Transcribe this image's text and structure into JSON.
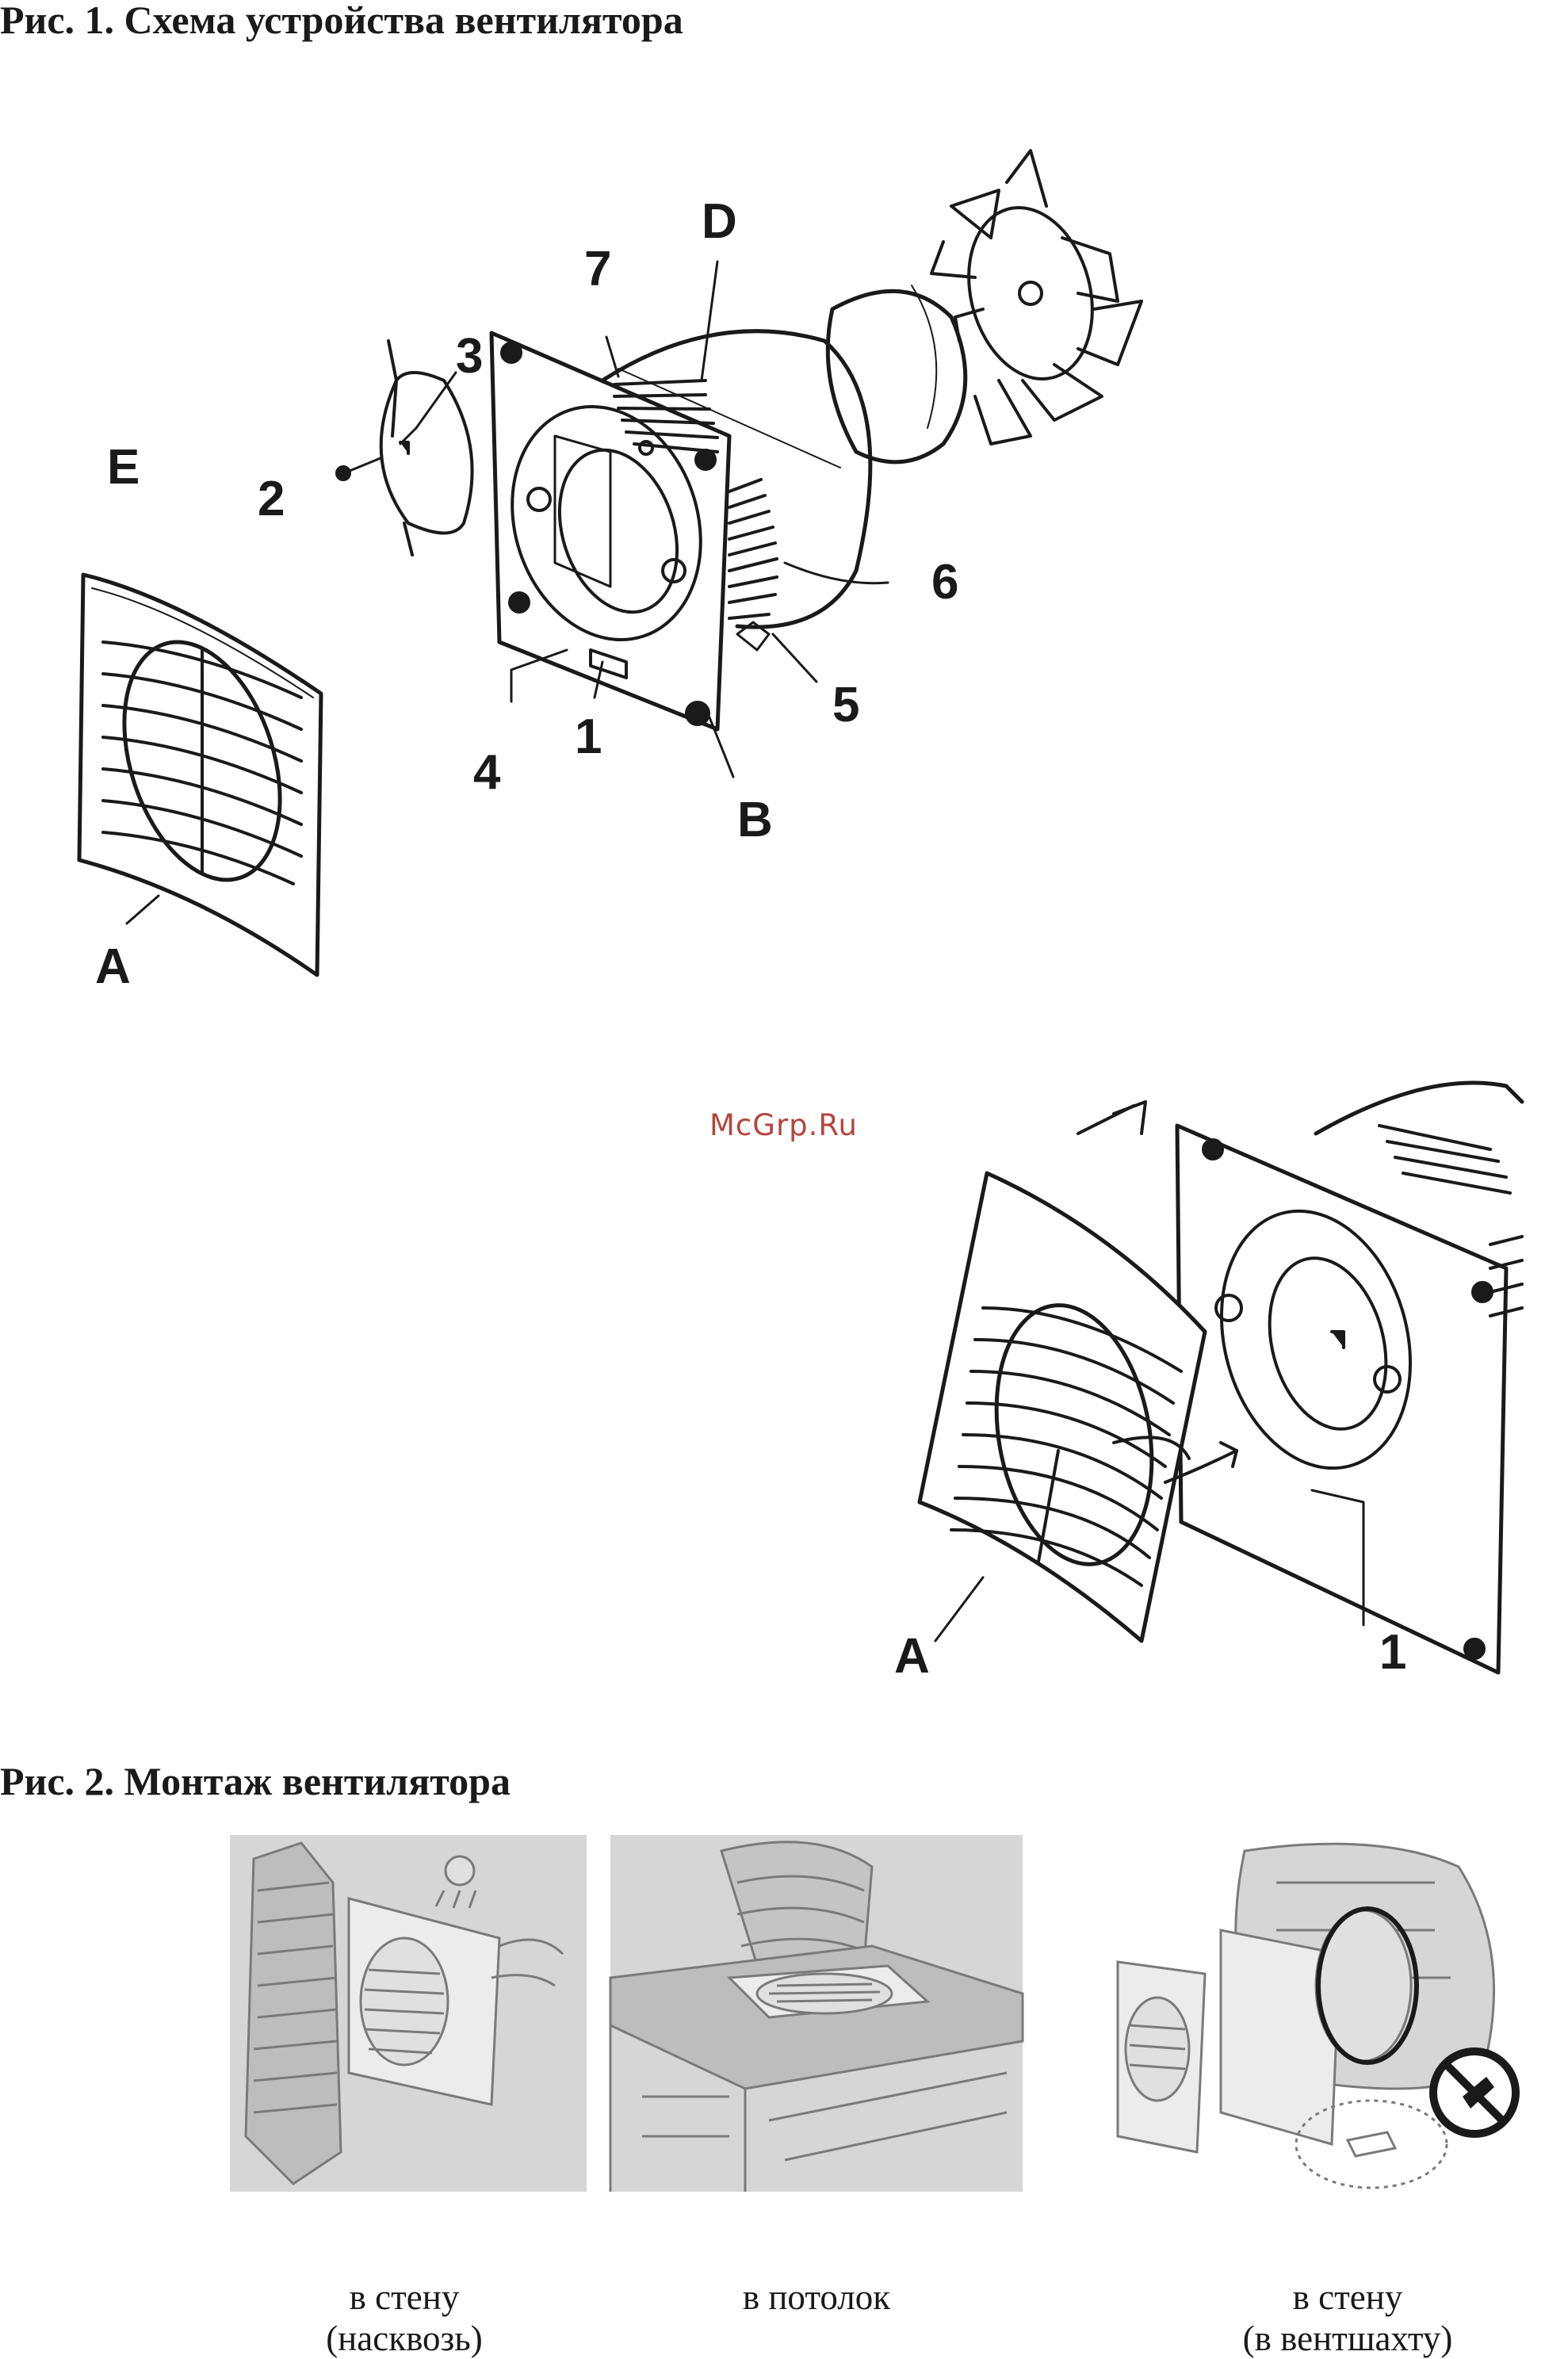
{
  "figure1": {
    "title": "Рис. 1. Схема устройства вентилятора",
    "callouts": [
      "A",
      "B",
      "D",
      "E",
      "1",
      "2",
      "3",
      "4",
      "5",
      "6",
      "7"
    ]
  },
  "figure1_assembly": {
    "callouts": [
      "A",
      "1"
    ]
  },
  "watermark": "McGrp.Ru",
  "figure2": {
    "title": "Рис. 2. Монтаж вентилятора",
    "panels": [
      {
        "caption_line1": "в стену",
        "caption_line2": "(насквозь)"
      },
      {
        "caption_line1": "в потолок",
        "caption_line2": ""
      },
      {
        "caption_line1": "в стену",
        "caption_line2": "(в вентшахту)"
      }
    ]
  },
  "colors": {
    "ink": "#1a1a1a",
    "watermark": "#b5443e",
    "photo_gray": "#c9c9c9"
  }
}
